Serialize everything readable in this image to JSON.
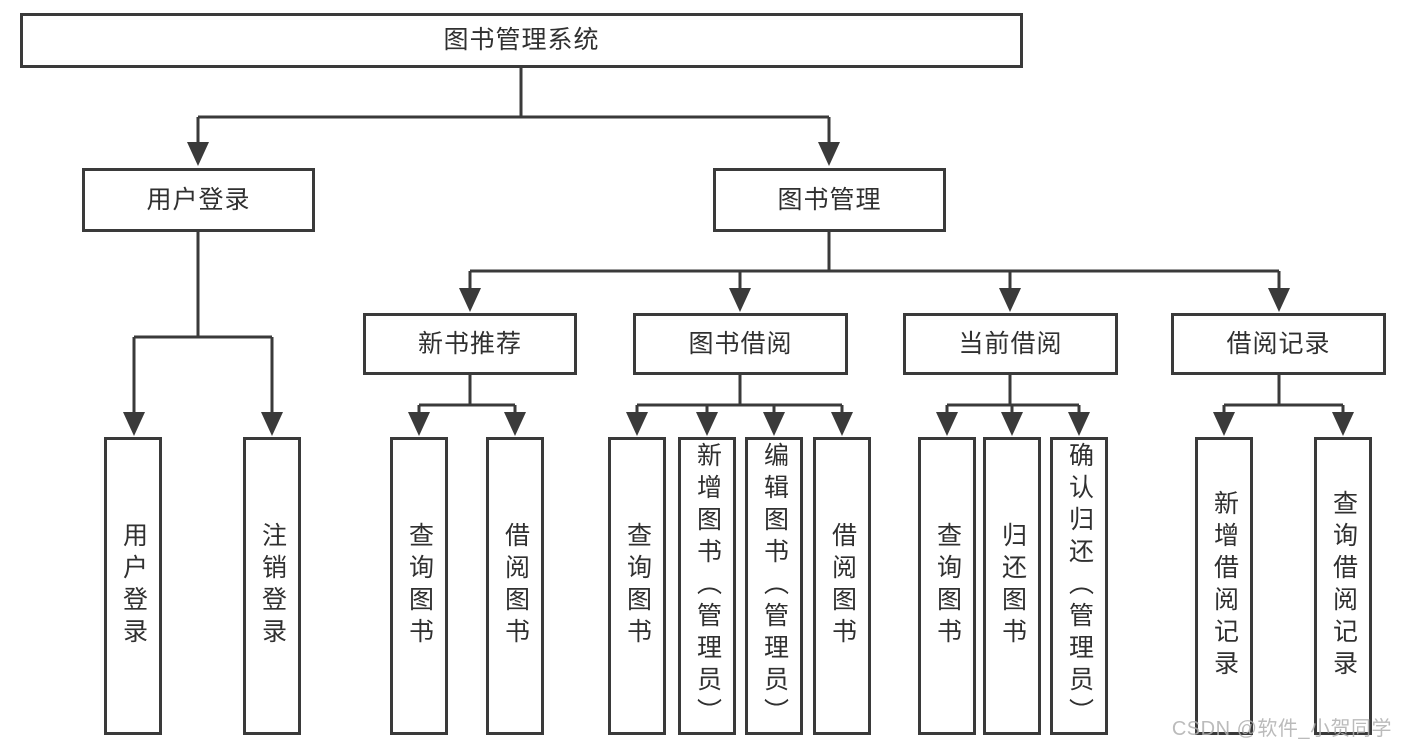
{
  "diagram": {
    "title": "图书管理系统",
    "tree": {
      "label": "图书管理系统",
      "children": [
        {
          "label": "用户登录",
          "children": [
            {
              "label": "用户登录"
            },
            {
              "label": "注销登录"
            }
          ]
        },
        {
          "label": "图书管理",
          "children": [
            {
              "label": "新书推荐",
              "children": [
                {
                  "label": "查询图书"
                },
                {
                  "label": "借阅图书"
                }
              ]
            },
            {
              "label": "图书借阅",
              "children": [
                {
                  "label": "查询图书"
                },
                {
                  "label": "新增图书（管理员）"
                },
                {
                  "label": "编辑图书（管理员）"
                },
                {
                  "label": "借阅图书"
                }
              ]
            },
            {
              "label": "当前借阅",
              "children": [
                {
                  "label": "查询图书"
                },
                {
                  "label": "归还图书"
                },
                {
                  "label": "确认归还（管理员）"
                }
              ]
            },
            {
              "label": "借阅记录",
              "children": [
                {
                  "label": "新增借阅记录"
                },
                {
                  "label": "查询借阅记录"
                }
              ]
            }
          ]
        }
      ]
    },
    "colors": {
      "line": "#3a3a3a",
      "border": "#3a3a3a",
      "text": "#303030",
      "background": "#ffffff",
      "watermark": "#b0b0b0"
    }
  },
  "watermark": {
    "text": "CSDN @软件_小贺同学"
  }
}
